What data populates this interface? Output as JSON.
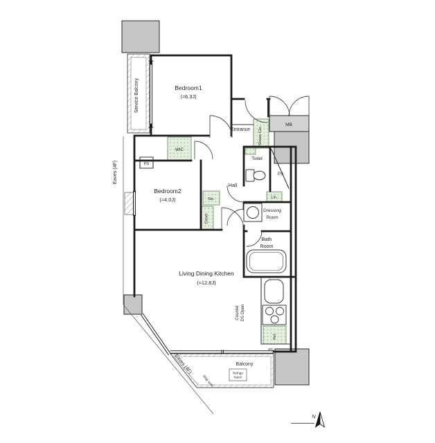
{
  "plan": {
    "rooms": {
      "service_balcony": "Service Balcony",
      "bedroom1": "Bedroom1",
      "bedroom1_size": "(≈6.3J)",
      "entrance": "Entrance",
      "shoes_closet": "Shoes Clo.",
      "mb": "MB",
      "wic": "WIC",
      "bedroom2": "Bedroom2",
      "bedroom2_size": "(≈4.0J)",
      "hall": "Hall",
      "toilet": "Toilet",
      "sto": "Sto.",
      "closet": "Closet",
      "lin": "Lin.",
      "dressing_line1": "Dressing",
      "dressing_line2": "Room",
      "bath_line1": "Bath",
      "bath_line2": "Room",
      "ldk": "Living Dining Kitchen",
      "ldk_size": "(≈12.8J)",
      "balcony": "Balcony"
    },
    "labels": {
      "ps": "PS",
      "eaves": "Eaves (4F)",
      "counter1": "Counter",
      "counter2": "DS Open",
      "refuge1": "Refuge",
      "refuge2": "hatch",
      "slop_sink": "Slop sink",
      "fridge": "Ref.",
      "north": "N"
    },
    "colors": {
      "wall": "#1b1b1b",
      "structure": "#c6c6c6",
      "closet_fill": "#e3eedd",
      "closet_stroke": "#74936b"
    }
  }
}
